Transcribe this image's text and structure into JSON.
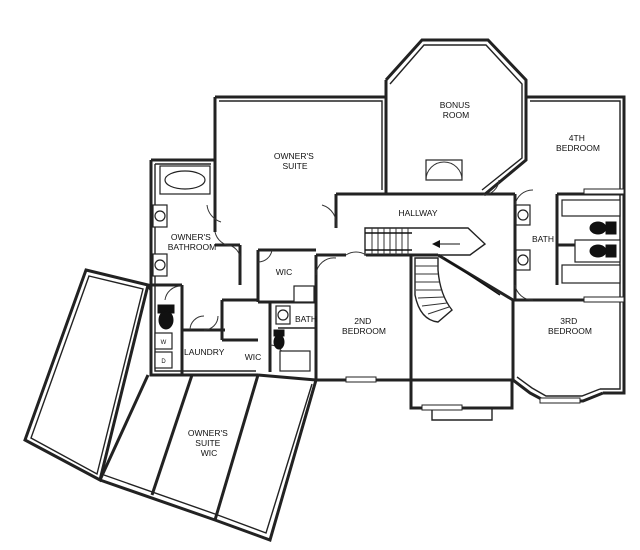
{
  "rooms": {
    "bonus_room": [
      "BONUS",
      "ROOM"
    ],
    "fourth_bedroom": [
      "4TH",
      "BEDROOM"
    ],
    "owners_suite": [
      "OWNER'S",
      "SUITE"
    ],
    "hallway": "HALLWAY",
    "owners_bathroom": [
      "OWNER'S",
      "BATHROOM"
    ],
    "bath_right": "BATH",
    "wic_upper": "WIC",
    "bath_center": "BATH",
    "second_bedroom": [
      "2ND",
      "BEDROOM"
    ],
    "third_bedroom": [
      "3RD",
      "BEDROOM"
    ],
    "laundry": "LAUNDRY",
    "wic_lower": "WIC",
    "owners_suite_wic": [
      "OWNER'S",
      "SUITE",
      "WIC"
    ]
  },
  "appliances": {
    "washer": "W",
    "dryer": "D"
  }
}
